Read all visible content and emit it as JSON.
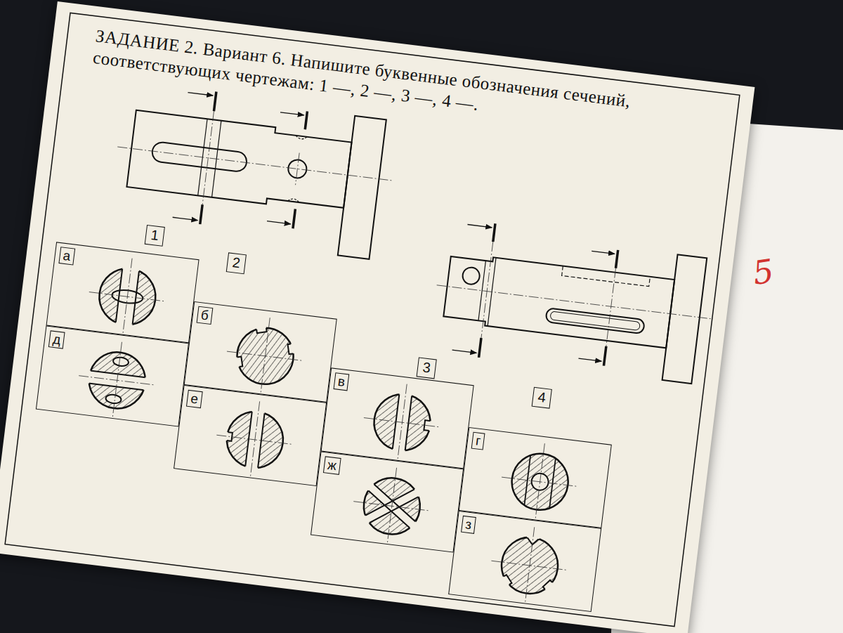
{
  "diagram": {
    "title": "ЗАДАНИЕ 2. Вариант 6. Напишите буквенные обозначения сечений, соответствующих чертежам: 1 —, 2 —, 3 —, 4 —.",
    "nodes": [
      {
        "text": [
          "1"
        ]
      },
      {
        "text": [
          "2"
        ]
      },
      {
        "text": [
          "3"
        ]
      },
      {
        "text": [
          "4"
        ]
      },
      {
        "text": [
          "а"
        ]
      },
      {
        "text": [
          "б"
        ]
      },
      {
        "text": [
          "в"
        ]
      },
      {
        "text": [
          "г"
        ]
      },
      {
        "text": [
          "д"
        ]
      },
      {
        "text": [
          "е"
        ]
      },
      {
        "text": [
          "ж"
        ]
      },
      {
        "text": [
          "з"
        ]
      }
    ],
    "labels": [
      "5"
    ]
  }
}
